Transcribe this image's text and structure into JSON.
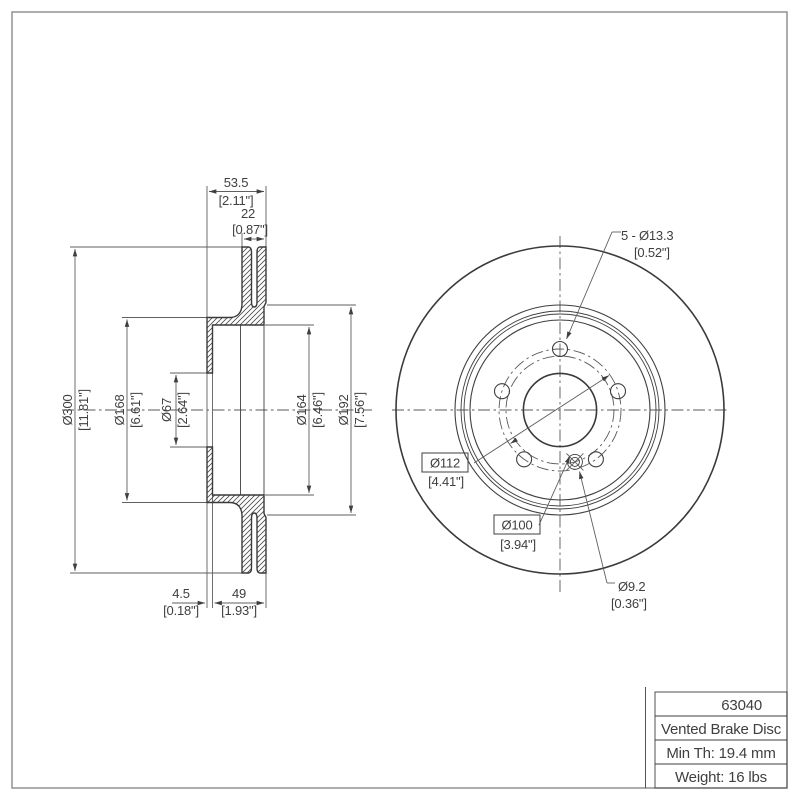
{
  "title_block": {
    "part_number": "63040",
    "product_type": "Vented Brake Disc",
    "min_thickness": "Min Th: 19.4 mm",
    "weight": "Weight: 16 lbs"
  },
  "section_view": {
    "overall_width": {
      "mm": "53.5",
      "in": "[2.11\"]"
    },
    "ring_thickness": {
      "mm": "22",
      "in": "[0.87\"]"
    },
    "outer_diameter": {
      "mm": "Ø300",
      "in": "[11.81\"]"
    },
    "hat_outer_diameter": {
      "mm": "Ø168",
      "in": "[6.61\"]"
    },
    "center_bore": {
      "mm": "Ø67",
      "in": "[2.64\"]"
    },
    "hat_inner_diameter": {
      "mm": "Ø164",
      "in": "[6.46\"]"
    },
    "ring_inner_diameter": {
      "mm": "Ø192",
      "in": "[7.56\"]"
    },
    "hat_wall": {
      "mm": "4.5",
      "in": "[0.18\"]"
    },
    "hat_depth": {
      "mm": "49",
      "in": "[1.93\"]"
    }
  },
  "front_view": {
    "bolt_holes": {
      "mm": "5 - Ø13.3",
      "in": "[0.52\"]"
    },
    "bolt_circle": {
      "mm": "Ø112",
      "in": "[4.41\"]"
    },
    "screw_circle": {
      "mm": "Ø100",
      "in": "[3.94\"]"
    },
    "screw_hole": {
      "mm": "Ø9.2",
      "in": "[0.36\"]"
    }
  },
  "colors": {
    "line": "#3f3f3f",
    "background": "#ffffff"
  }
}
